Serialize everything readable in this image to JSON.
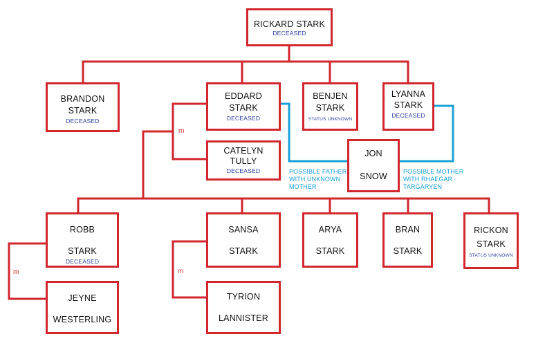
{
  "accent_colors": {
    "line": "#d0262c",
    "possible_parent_line": "#1aa0d6",
    "status_text": "#2b3d9e"
  },
  "people": {
    "rickard": {
      "first": "RICKARD STARK",
      "status": "DECEASED"
    },
    "brandon": {
      "first": "BRANDON",
      "last": "STARK",
      "status": "DECEASED"
    },
    "eddard": {
      "first": "EDDARD",
      "last": "STARK",
      "status": "DECEASED"
    },
    "benjen": {
      "first": "BENJEN",
      "last": "STARK",
      "status": "STATUS UNKNOWN"
    },
    "lyanna": {
      "first": "LYANNA",
      "last": "STARK",
      "status": "DECEASED"
    },
    "catelyn": {
      "first": "CATELYN",
      "last": "TULLY",
      "status": "DECEASED"
    },
    "jon": {
      "first": "JON",
      "last": "SNOW"
    },
    "robb": {
      "first": "ROBB",
      "last": "STARK",
      "status": "DECEASED"
    },
    "sansa": {
      "first": "SANSA",
      "last": "STARK"
    },
    "arya": {
      "first": "ARYA",
      "last": "STARK"
    },
    "bran": {
      "first": "BRAN",
      "last": "STARK"
    },
    "rickon": {
      "first": "RICKON",
      "last": "STARK",
      "status": "STATUS UNKNOWN"
    },
    "jeyne": {
      "first": "JEYNE",
      "last": "WESTERLING"
    },
    "tyrion": {
      "first": "TYRION",
      "last": "LANNISTER"
    }
  },
  "marriage_label": "m",
  "notes": {
    "possible_father": [
      "POSSIBLE FATHER",
      "WITH UNKNOWN",
      "MOTHER"
    ],
    "possible_mother": [
      "POSSIBLE MOTHER",
      "WITH RHAEGAR",
      "TARGARYEN"
    ]
  }
}
